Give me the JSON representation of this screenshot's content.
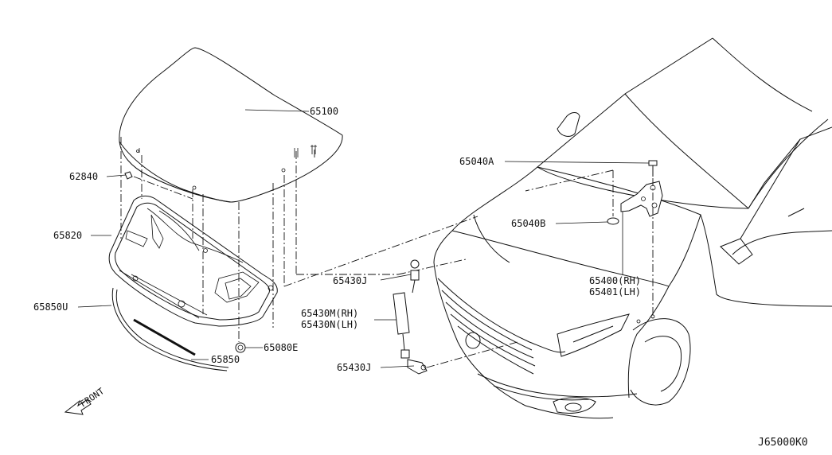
{
  "diagram": {
    "code": "J65000K0",
    "direction_label": "FRONT",
    "callouts": [
      {
        "id": "c65100",
        "text": "65100"
      },
      {
        "id": "c62840",
        "text": "62840"
      },
      {
        "id": "c65820",
        "text": "65820"
      },
      {
        "id": "c65850U",
        "text": "65850U"
      },
      {
        "id": "c65850",
        "text": "65850"
      },
      {
        "id": "c65080E",
        "text": "65080E"
      },
      {
        "id": "c65430J_top",
        "text": "65430J"
      },
      {
        "id": "c65430M",
        "text": "65430M(RH)"
      },
      {
        "id": "c65430N",
        "text": "65430N(LH)"
      },
      {
        "id": "c65430J_bot",
        "text": "65430J"
      },
      {
        "id": "c65040A",
        "text": "65040A"
      },
      {
        "id": "c65040B",
        "text": "65040B"
      },
      {
        "id": "c65400",
        "text": "65400(RH)"
      },
      {
        "id": "c65401",
        "text": "65401(LH)"
      }
    ]
  }
}
